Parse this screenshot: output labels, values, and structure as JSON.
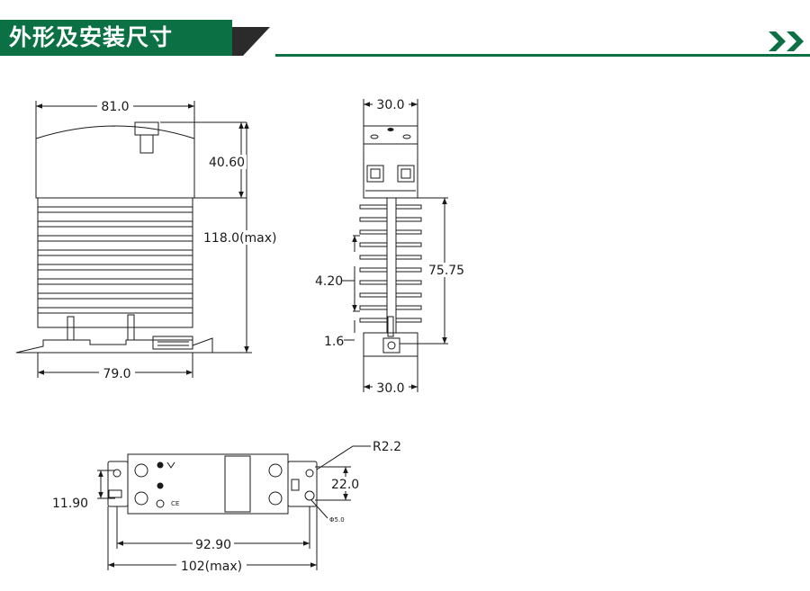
{
  "header": {
    "title": "外形及安装尺寸",
    "accent_color": "#0b7044",
    "nav_icon": "double-chevron-right-icon"
  },
  "front_view": {
    "width_top": "81.0",
    "cover_height": "40.60",
    "total_height": "118.0(max)",
    "width_bottom": "79.0"
  },
  "side_view": {
    "width_top": "30.0",
    "heatsink_height": "75.75",
    "fin_pitch": "4.20",
    "fin_thickness": "1.6",
    "width_bottom": "30.0"
  },
  "top_view": {
    "corner_radius": "R2.2",
    "hole_spacing_vertical": "22.0",
    "edge_offset": "11.90",
    "hole_spacing": "92.90",
    "total_length": "102(max)",
    "hole_diameter": "Φ5.0"
  }
}
